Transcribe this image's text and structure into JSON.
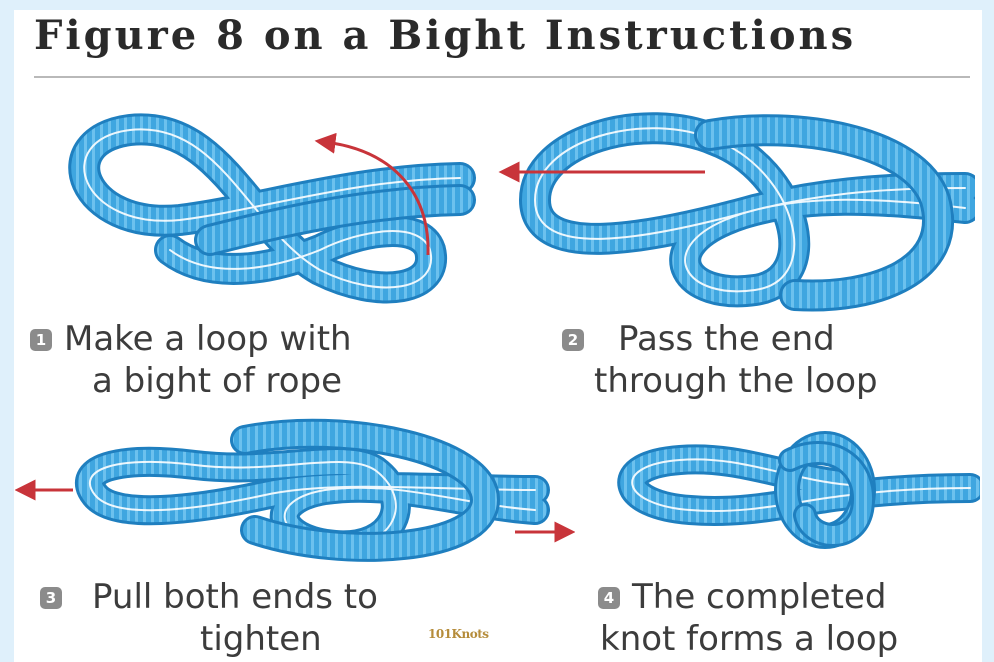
{
  "title": "Figure 8 on a Bight Instructions",
  "steps": [
    {
      "number": "1",
      "line1": "Make a loop with",
      "line2": "a bight of rope"
    },
    {
      "number": "2",
      "line1": "Pass the end",
      "line2": "through the loop"
    },
    {
      "number": "3",
      "line1": "Pull both ends to",
      "line2": "tighten"
    },
    {
      "number": "4",
      "line1": "The completed",
      "line2": "knot forms a loop"
    }
  ],
  "logo_text": "101Knots",
  "colors": {
    "rope": "#3fa6e0",
    "rope_dark": "#1f7fbf",
    "arrow": "#c8343a",
    "background": "#dff0fb"
  }
}
